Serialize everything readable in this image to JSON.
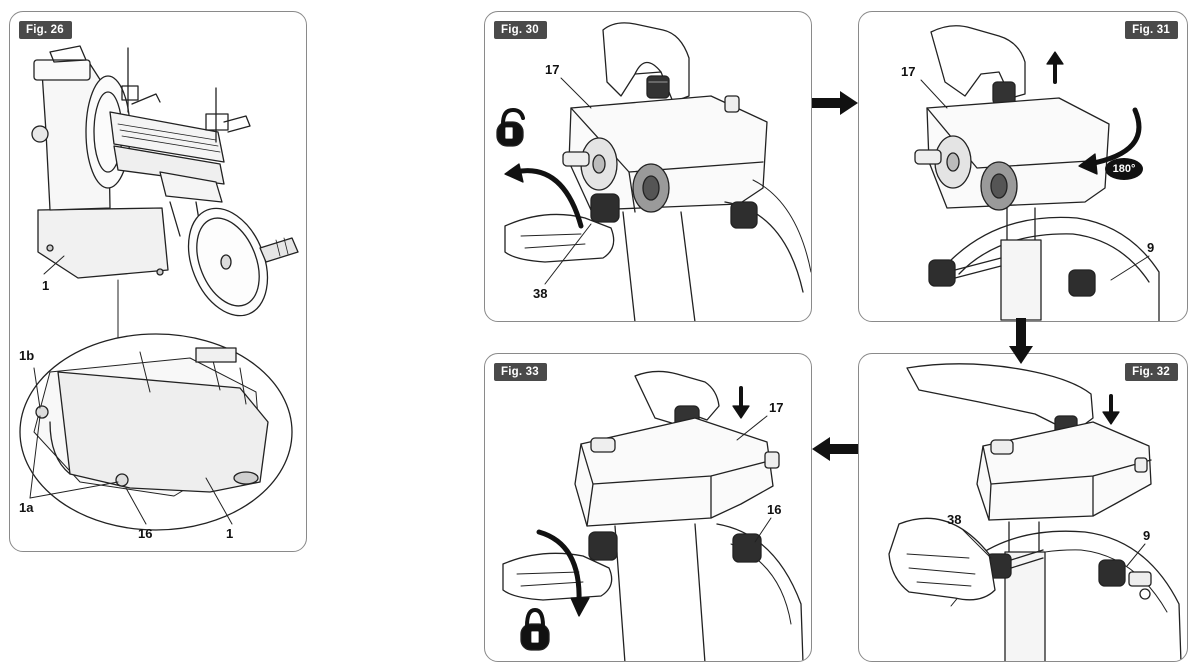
{
  "figures": {
    "fig26": {
      "label": "Fig. 26",
      "callouts": {
        "c1_top": "1",
        "c1b": "1b",
        "c1a": "1a",
        "c16": "16",
        "c1_bottom": "1"
      }
    },
    "fig30": {
      "label": "Fig. 30",
      "callouts": {
        "c17": "17",
        "c38": "38"
      }
    },
    "fig31": {
      "label": "Fig. 31",
      "callouts": {
        "c17": "17",
        "c9": "9"
      },
      "rotation": "180°"
    },
    "fig32": {
      "label": "Fig. 32",
      "callouts": {
        "c38": "38",
        "c9": "9"
      }
    },
    "fig33": {
      "label": "Fig. 33",
      "callouts": {
        "c17": "17",
        "c16": "16"
      }
    }
  },
  "icons": {
    "unlock": "padlock-open-icon",
    "lock": "padlock-closed-icon",
    "flow": "thick-arrow-icon"
  },
  "colors": {
    "line": "#222222",
    "tag_bg": "#4a4a4a",
    "panel_border": "#8a8a8a"
  }
}
